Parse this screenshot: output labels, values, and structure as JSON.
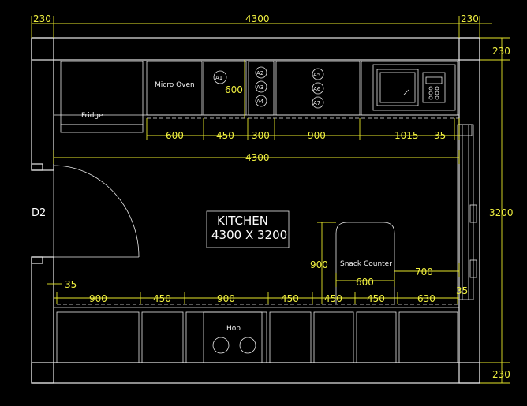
{
  "room": {
    "title": "KITCHEN",
    "size": "4300 X 3200",
    "door": "D2"
  },
  "appliances": {
    "fridge": "Fridge",
    "micro_oven": "Micro Oven",
    "hob": "Hob",
    "snack_counter": "Snack Counter",
    "burners": [
      "A1",
      "A2",
      "A3",
      "A4",
      "A5",
      "A6",
      "A7"
    ]
  },
  "dimensions": {
    "wall_left": "230",
    "overall_top": "4300",
    "wall_right": "230",
    "wall_top_side": "230",
    "cabinet_depth": "600",
    "top_units": [
      "600",
      "450",
      "300",
      "900",
      "1015",
      "35"
    ],
    "inner_width": "4300",
    "room_depth": "3200",
    "snack_height": "900",
    "snack_width": "600",
    "snack_gap": "700",
    "gap_left": "35",
    "gap_right": "35",
    "bottom_units": [
      "900",
      "450",
      "900",
      "450",
      "450",
      "450",
      "630"
    ],
    "wall_bottom_side": "230"
  },
  "colors": {
    "background": "#000000",
    "linework": "#e8e8e8",
    "dimension": "#e6e62a"
  }
}
